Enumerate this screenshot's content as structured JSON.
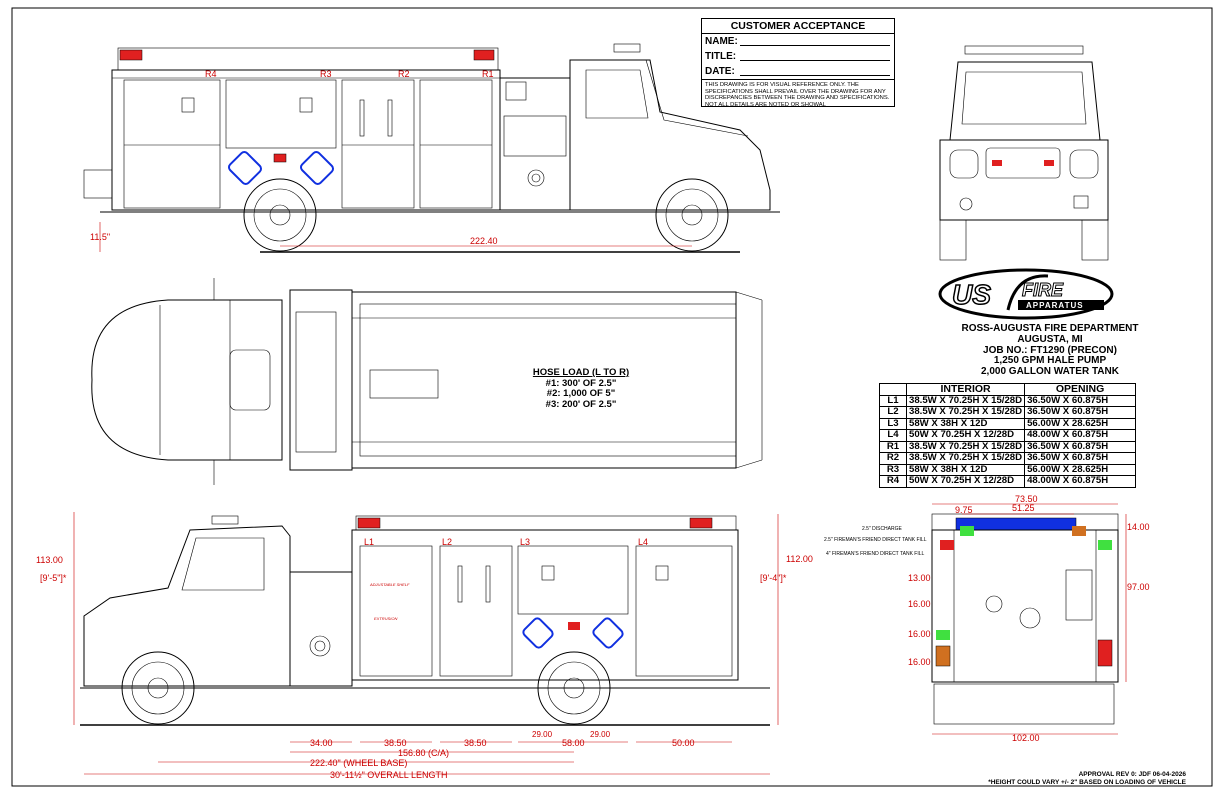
{
  "customer_acceptance": {
    "title": "CUSTOMER ACCEPTANCE",
    "name_label": "NAME:",
    "title_label": "TITLE:",
    "date_label": "DATE:",
    "disclaimer": "This drawing is for visual reference only. The specifications shall prevail over the drawing for any discrepancies between the drawing and specifications. Not all details are noted or showal"
  },
  "logo": {
    "us": "US",
    "fire": "FIRE",
    "apparatus": "APPARATUS"
  },
  "department": {
    "name": "ROSS-AUGUSTA FIRE DEPARTMENT",
    "location": "AUGUSTA, MI",
    "job": "JOB NO.: FT1290 (PRECON)",
    "pump": "1,250 GPM HALE PUMP",
    "tank": "2,000 GALLON WATER TANK"
  },
  "compartments": {
    "headers": [
      "INTERIOR",
      "OPENING"
    ],
    "rows": [
      [
        "L1",
        "38.5W X 70.25H X 15/28D",
        "36.50W X 60.875H"
      ],
      [
        "L2",
        "38.5W X 70.25H X 15/28D",
        "36.50W X 60.875H"
      ],
      [
        "L3",
        "58W X 38H X 12D",
        "56.00W X 28.625H"
      ],
      [
        "L4",
        "50W X 70.25H X 12/28D",
        "48.00W X 60.875H"
      ],
      [
        "R1",
        "38.5W X 70.25H X 15/28D",
        "36.50W X 60.875H"
      ],
      [
        "R2",
        "38.5W X 70.25H X 15/28D",
        "36.50W X 60.875H"
      ],
      [
        "R3",
        "58W X 38H X 12D",
        "56.00W X 28.625H"
      ],
      [
        "R4",
        "50W X 70.25H X 12/28D",
        "48.00W X 60.875H"
      ]
    ]
  },
  "hose_load": {
    "title": "HOSE LOAD (L TO R)",
    "items": [
      "#1: 300' OF 2.5\"",
      "#2: 1,000 OF 5\"",
      "#3: 200' OF 2.5\""
    ]
  },
  "right_side_view": {
    "compartment_labels": [
      "R4",
      "R3",
      "R2",
      "R1"
    ],
    "dim_ground": "11.5\"",
    "dim_wheelbase": "222.40"
  },
  "left_side_view": {
    "compartment_labels": [
      "L1",
      "L2",
      "L3",
      "L4"
    ],
    "dims": {
      "height_left": "113.00",
      "height_left_ft": "[9'-5\"]*",
      "height_right": "112.00",
      "height_right_ft": "[9'-4\"]*",
      "d1": "34.00",
      "d2": "38.50",
      "d3": "38.50",
      "d4a": "29.00",
      "d4b": "29.00",
      "d4": "58.00",
      "d5": "50.00",
      "ca": "156.80 (C/A)",
      "wheelbase": "222.40\" (WHEEL BASE)",
      "overall": "30'-11½\" OVERALL LENGTH"
    },
    "shelf_label": "ADJUSTABLE SHELF",
    "extrusion_label": "EXTRUSION"
  },
  "rear_view": {
    "callouts": [
      "2.5\" DISCHARGE",
      "2.5\" FIREMAN'S FRIEND DIRECT TANK FILL",
      "4\" FIREMAN'S FRIEND DIRECT TANK FILL"
    ],
    "dims": {
      "w_top": "73.50",
      "w_mid": "51.25",
      "w_small": "9.75",
      "h_top": "14.00",
      "h_total": "97.00",
      "h_13": "13.00",
      "h_16a": "16.00",
      "h_16b": "16.00",
      "h_16c": "16.00",
      "w_bottom": "102.00"
    }
  },
  "approval": {
    "rev": "APPROVAL REV 0: JDF 06-04-2026",
    "note": "*HEIGHT COULD VARY +/- 2\" BASED ON LOADING OF VEHICLE"
  },
  "colors": {
    "dimension": "#cc0000",
    "light_red": "#e02020",
    "light_blue": "#1030e0",
    "light_green": "#40e040",
    "light_amber": "#d07020"
  }
}
